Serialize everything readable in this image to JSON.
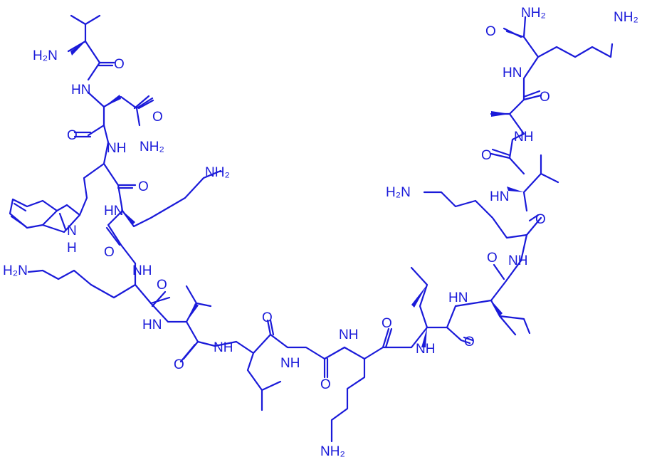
{
  "colors": {
    "bond": "#1a1ad9",
    "background": "#ffffff"
  },
  "atoms": {
    "h2n_top": "H₂N",
    "o_val1": "O",
    "nh_1": "HN",
    "o_asn": "O",
    "nh2_asn": "NH₂",
    "o_2": "O",
    "nh_2": "NH",
    "nh2_lys1": "NH₂",
    "o_3": "O",
    "hn_3": "HN",
    "hn_indole": "H",
    "n_indole": "N",
    "o_4": "O",
    "nh_4": "NH",
    "h2n_lys2": "H₂N",
    "o_5": "O",
    "hn_5": "HN",
    "o_6": "O",
    "nh_6": "NH",
    "o_7": "O",
    "nh_gly": "NH",
    "o_8": "O",
    "nh_8": "NH",
    "o_9": "O",
    "nh_9": "NH",
    "nh2_lys3": "NH₂",
    "o_10": "O",
    "hn_10": "HN",
    "o_11": "O",
    "nh_11": "NH",
    "h2n_lys4": "H₂N",
    "o_12": "O",
    "hn_12": "HN",
    "o_13": "O",
    "nh_13": "NH",
    "o_14": "O",
    "hn_14": "HN",
    "o_15": "O",
    "nh2_cterm": "NH₂",
    "nh2_lys5": "NH₂"
  }
}
